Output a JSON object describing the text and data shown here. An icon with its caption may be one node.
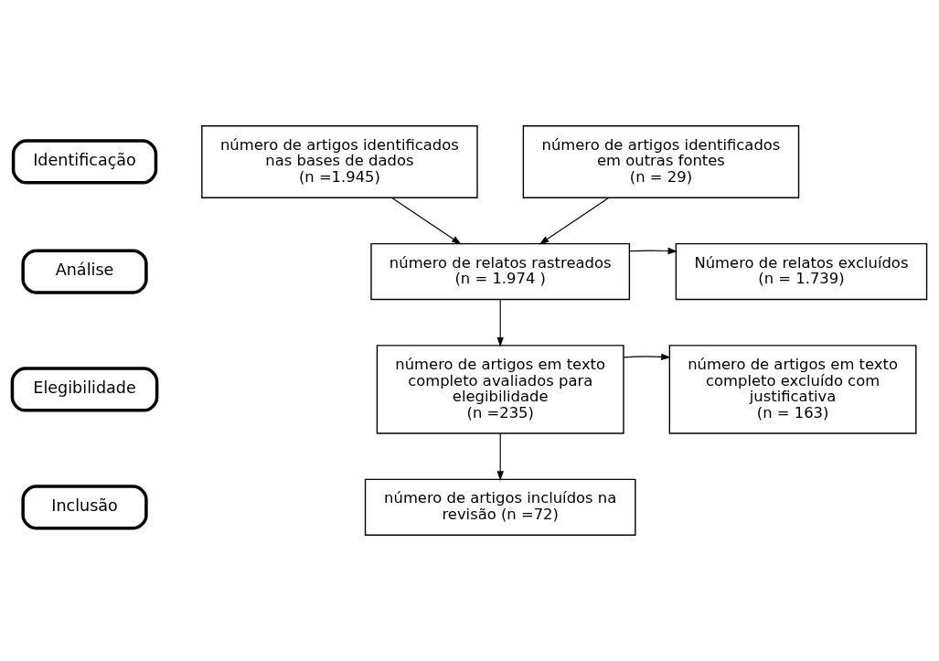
{
  "diagram": {
    "nodes": [
      {
        "text": [
          "Identificação"
        ]
      },
      {
        "text": [
          "número de artigos identificados nas bases de dados",
          "(n =1.945)"
        ]
      },
      {
        "text": [
          "número de artigos identificados em outras fontes",
          "(n = 29)"
        ]
      },
      {
        "text": [
          "Análise"
        ]
      },
      {
        "text": [
          "número de relatos rastreados",
          "(n = 1.974 )"
        ]
      },
      {
        "text": [
          "Número de relatos excluídos",
          "(n = 1.739)"
        ]
      },
      {
        "text": [
          "Elegibilidade"
        ]
      },
      {
        "text": [
          "número de artigos em texto completo avaliados para elegibilidade",
          "(n =235)"
        ]
      },
      {
        "text": [
          "número de artigos em texto completo excluído com justificativa",
          "(n = 163)"
        ]
      },
      {
        "text": [
          "Inclusão"
        ]
      },
      {
        "text": [
          "número de artigos incluídos na revisão (n =72)"
        ]
      }
    ],
    "edges": [
      {
        "from": 1,
        "to": 4,
        "arrow": "to"
      },
      {
        "from": 2,
        "to": 4,
        "arrow": "to"
      },
      {
        "from": 4,
        "to": 5,
        "arrow": "to"
      },
      {
        "from": 4,
        "to": 7,
        "arrow": "to"
      },
      {
        "from": 7,
        "to": 8,
        "arrow": "to"
      },
      {
        "from": 7,
        "to": 10,
        "arrow": "to"
      }
    ]
  }
}
